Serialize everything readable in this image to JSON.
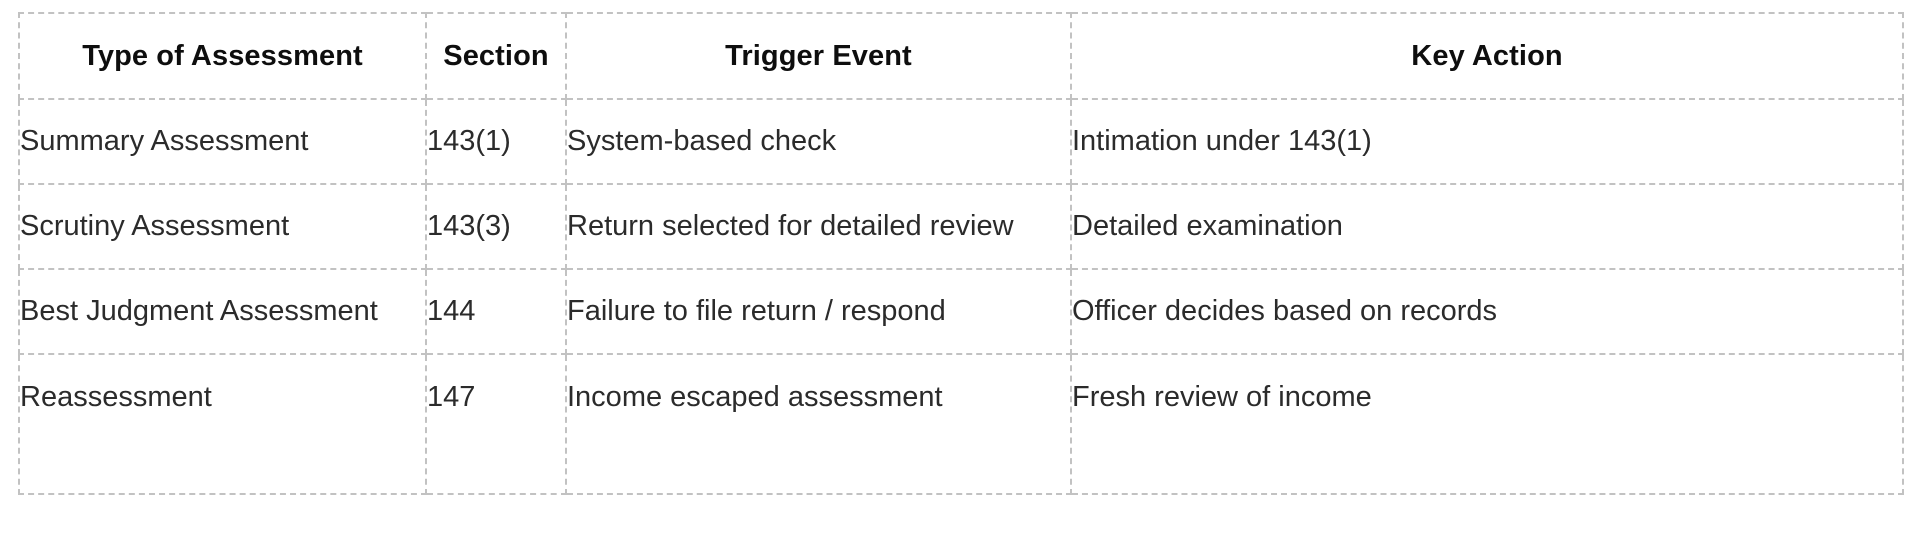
{
  "table": {
    "name": "types-of-assessment-table",
    "columns": [
      {
        "key": "type",
        "label": "Type of Assessment"
      },
      {
        "key": "section",
        "label": "Section"
      },
      {
        "key": "trigger",
        "label": "Trigger Event"
      },
      {
        "key": "action",
        "label": "Key Action"
      }
    ],
    "rows": [
      {
        "type": "Summary Assessment",
        "section": "143(1)",
        "trigger": "System-based check",
        "action": "Intimation under 143(1)"
      },
      {
        "type": "Scrutiny Assessment",
        "section": "143(3)",
        "trigger": "Return selected for detailed review",
        "action": "Detailed examination"
      },
      {
        "type": "Best Judgment Assessment",
        "section": "144",
        "trigger": "Failure to file return / respond",
        "action": "Officer decides based on records"
      },
      {
        "type": "Reassessment",
        "section": "147",
        "trigger": "Income escaped assessment",
        "action": "Fresh review of income"
      }
    ]
  },
  "style": {
    "border_color": "#c2c2c2",
    "header_text_color": "#0e0e0e",
    "body_text_color": "#2b2b2b",
    "background": "#ffffff"
  }
}
